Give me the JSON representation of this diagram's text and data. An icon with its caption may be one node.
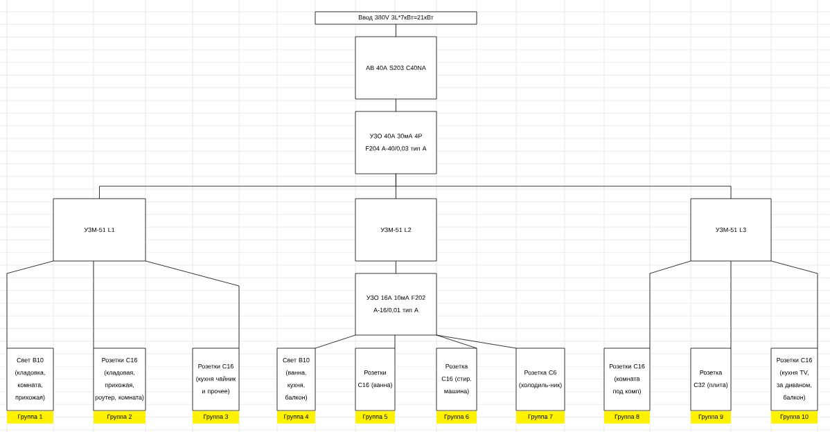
{
  "diagram": {
    "nodes": [
      {
        "text": [
          "Ввод 380V 3L*7кВт=21кВт"
        ]
      },
      {
        "text": [
          "АВ 40А S203 C40NA"
        ]
      },
      {
        "text": [
          "УЗО 40А 30мА 4P F204 A-40/0,03 тип A"
        ]
      },
      {
        "text": [
          "УЗМ-51 L1"
        ]
      },
      {
        "text": [
          "УЗМ-51 L2"
        ]
      },
      {
        "text": [
          "УЗМ-51 L3"
        ]
      },
      {
        "text": [
          "УЗО 16А 10мА F202 A-16/0,01 тип A"
        ]
      },
      {
        "text": [
          "Свет B10 (кладовка, комната, прихожая)"
        ],
        "beside": [
          "Группа 1"
        ]
      },
      {
        "text": [
          "Розетки С16 (кладовая, прихожая, роутер, комната)"
        ],
        "beside": [
          "Группа 2"
        ]
      },
      {
        "text": [
          "Розетки С16 (кухня чайник и прочее)"
        ],
        "beside": [
          "Группа 3"
        ]
      },
      {
        "text": [
          "Свет B10 (ванна, кухня, балкон)"
        ],
        "beside": [
          "Группа 4"
        ]
      },
      {
        "text": [
          "Розетки С16 (ванна)"
        ],
        "beside": [
          "Группа 5"
        ]
      },
      {
        "text": [
          "Розетка С16 (стир. машина)"
        ],
        "beside": [
          "Группа 6"
        ]
      },
      {
        "text": [
          "Розетка С6 (холодиль-ник)"
        ],
        "beside": [
          "Группа 7"
        ]
      },
      {
        "text": [
          "Розетки С16 (комната под комп)"
        ],
        "beside": [
          "Группа 8"
        ]
      },
      {
        "text": [
          "Розетка С32 (плита)"
        ],
        "beside": [
          "Группа 9"
        ]
      },
      {
        "text": [
          "Розетки С16 (кухня TV, за диваном, балкон)"
        ],
        "beside": [
          "Группа 10"
        ]
      }
    ],
    "edges": [
      {
        "from": 0,
        "to": 1,
        "arrow": "none"
      },
      {
        "from": 1,
        "to": 2,
        "arrow": "none"
      },
      {
        "from": 2,
        "to": 3,
        "arrow": "none"
      },
      {
        "from": 2,
        "to": 4,
        "arrow": "none"
      },
      {
        "from": 2,
        "to": 5,
        "arrow": "none"
      },
      {
        "from": 3,
        "to": 7,
        "arrow": "none"
      },
      {
        "from": 3,
        "to": 8,
        "arrow": "none"
      },
      {
        "from": 3,
        "to": 9,
        "arrow": "none"
      },
      {
        "from": 4,
        "to": 6,
        "arrow": "none"
      },
      {
        "from": 6,
        "to": 10,
        "arrow": "none"
      },
      {
        "from": 6,
        "to": 11,
        "arrow": "none"
      },
      {
        "from": 6,
        "to": 12,
        "arrow": "none"
      },
      {
        "from": 6,
        "to": 13,
        "arrow": "none"
      },
      {
        "from": 5,
        "to": 14,
        "arrow": "none"
      },
      {
        "from": 5,
        "to": 15,
        "arrow": "none"
      },
      {
        "from": 5,
        "to": 16,
        "arrow": "none"
      }
    ]
  }
}
